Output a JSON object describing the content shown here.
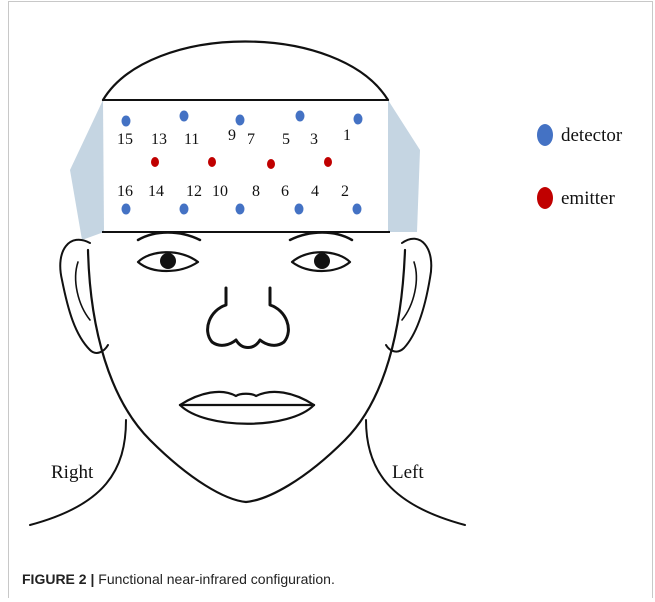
{
  "figure": {
    "side_labels": {
      "right": "Right",
      "left": "Left"
    },
    "legend": [
      {
        "label": "detector",
        "color": "#4472c4"
      },
      {
        "label": "emitter",
        "color": "#c00000"
      }
    ],
    "channel_numbers_top": [
      "15",
      "13",
      "11",
      "9",
      "7",
      "5",
      "3",
      "1"
    ],
    "channel_numbers_bottom": [
      "16",
      "14",
      "12",
      "10",
      "8",
      "6",
      "4",
      "2"
    ],
    "headband_color": "#c5d5e2"
  },
  "caption": {
    "label": "FIGURE 2 |",
    "text": "Functional near-infrared configuration."
  }
}
